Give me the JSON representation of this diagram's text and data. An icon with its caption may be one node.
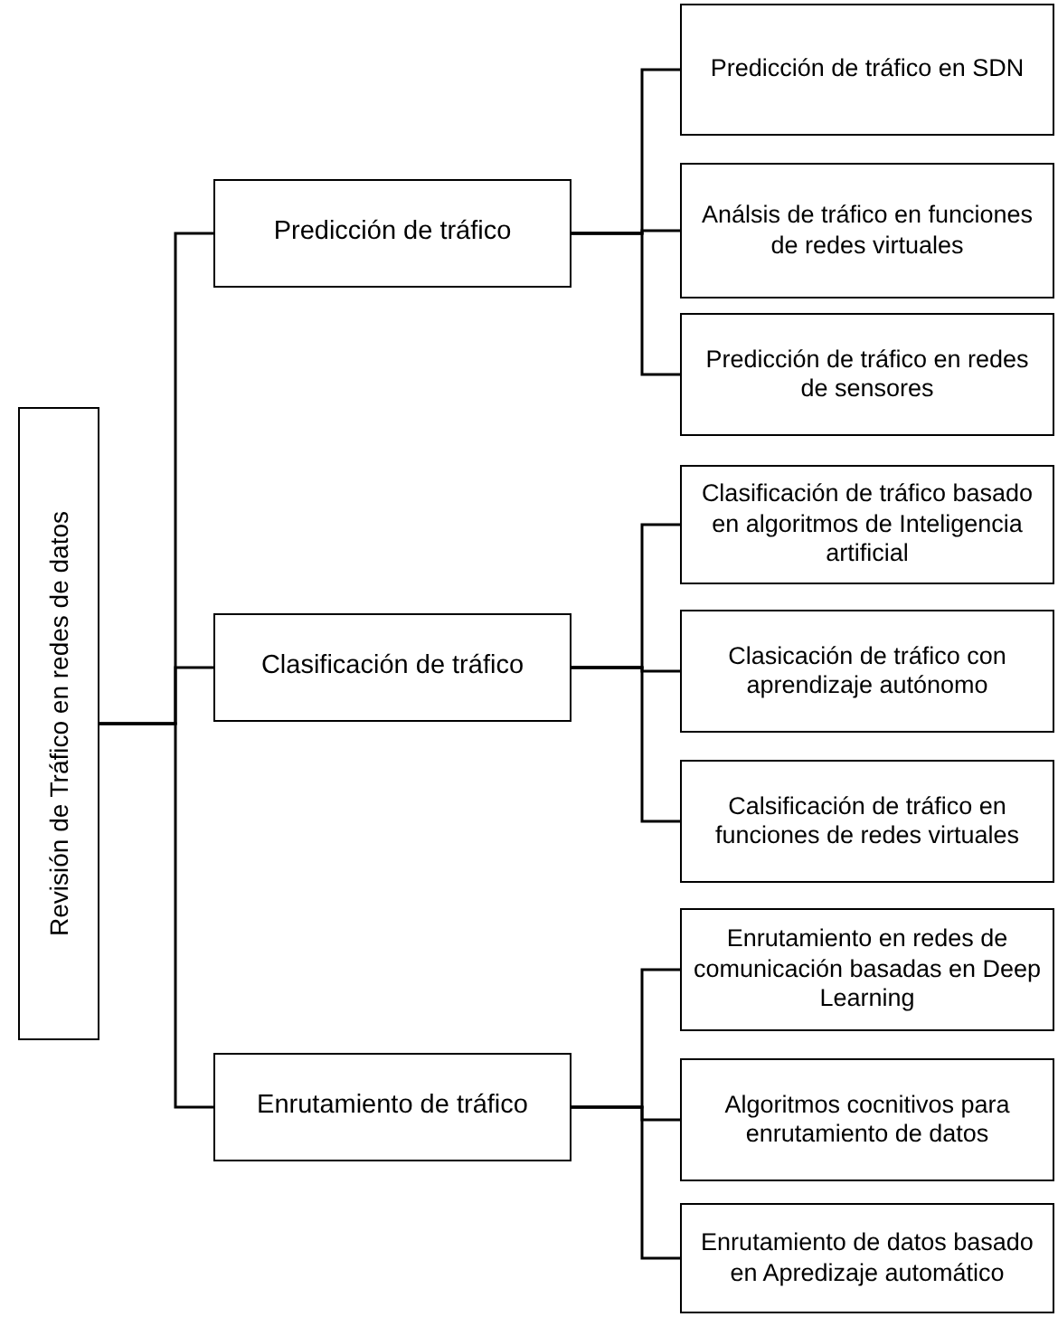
{
  "diagram": {
    "nodes": [
      {
        "text": [
          "Revisión de Tráfico en redes de datos"
        ]
      },
      {
        "text": [
          "Predicción de tráfico"
        ]
      },
      {
        "text": [
          "Predicción de tráfico en SDN"
        ]
      },
      {
        "text": [
          "Análsis de tráfico en funciones de redes virtuales"
        ]
      },
      {
        "text": [
          "Predicción de tráfico en redes de sensores"
        ]
      },
      {
        "text": [
          "Clasificación de tráfico"
        ]
      },
      {
        "text": [
          "Clasificación de tráfico basado en algoritmos de Inteligencia artificial"
        ]
      },
      {
        "text": [
          "Clasicación de tráfico con aprendizaje autónomo"
        ]
      },
      {
        "text": [
          "Calsificación de tráfico en funciones de redes virtuales"
        ]
      },
      {
        "text": [
          "Enrutamiento de tráfico"
        ]
      },
      {
        "text": [
          "Enrutamiento en redes de comunicación basadas en Deep Learning"
        ]
      },
      {
        "text": [
          "Algoritmos cocnitivos para enrutamiento de datos"
        ]
      },
      {
        "text": [
          "Enrutamiento de datos basado en Apredizaje automático"
        ]
      }
    ],
    "edges": [
      {
        "from": 0,
        "to": 1,
        "arrow": "none"
      },
      {
        "from": 0,
        "to": 5,
        "arrow": "none"
      },
      {
        "from": 0,
        "to": 9,
        "arrow": "none"
      },
      {
        "from": 1,
        "to": 2,
        "arrow": "none"
      },
      {
        "from": 1,
        "to": 3,
        "arrow": "none"
      },
      {
        "from": 1,
        "to": 4,
        "arrow": "none"
      },
      {
        "from": 5,
        "to": 6,
        "arrow": "none"
      },
      {
        "from": 5,
        "to": 7,
        "arrow": "none"
      },
      {
        "from": 5,
        "to": 8,
        "arrow": "none"
      },
      {
        "from": 9,
        "to": 10,
        "arrow": "none"
      },
      {
        "from": 9,
        "to": 11,
        "arrow": "none"
      },
      {
        "from": 9,
        "to": 12,
        "arrow": "none"
      }
    ]
  }
}
